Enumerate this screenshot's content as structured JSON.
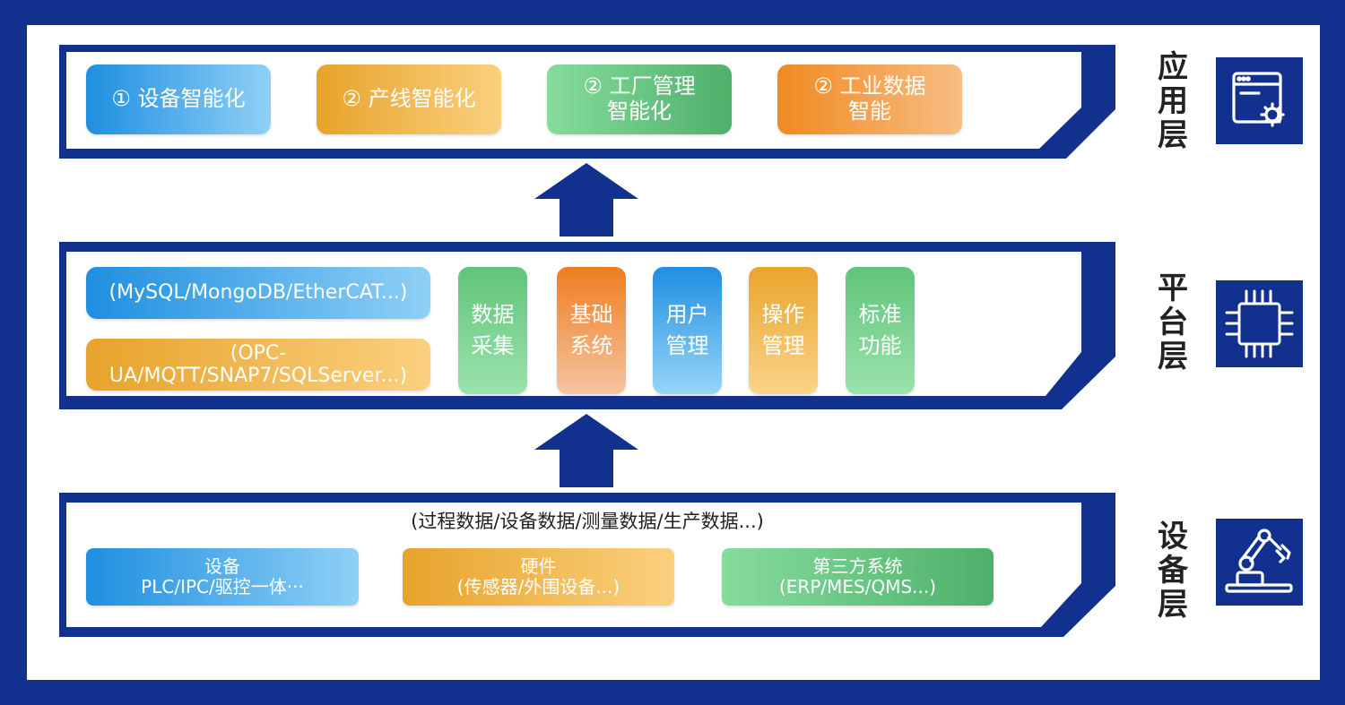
{
  "application_layer": {
    "label_chars": [
      "应",
      "用",
      "层"
    ],
    "items": [
      {
        "lines": [
          "① 设备智能化"
        ]
      },
      {
        "lines": [
          "② 产线智能化"
        ]
      },
      {
        "lines": [
          "② 工厂管理",
          "智能化"
        ]
      },
      {
        "lines": [
          "② 工业数据",
          "智能"
        ]
      }
    ]
  },
  "platform_layer": {
    "label_chars": [
      "平",
      "台",
      "层"
    ],
    "protocols": [
      "(MySQL/MongoDB/EtherCAT...)",
      "(OPC-UA/MQTT/SNAP7/SQLServer...)"
    ],
    "modules": [
      {
        "lines": [
          "数据",
          "采集"
        ]
      },
      {
        "lines": [
          "基础",
          "系统"
        ]
      },
      {
        "lines": [
          "用户",
          "管理"
        ]
      },
      {
        "lines": [
          "操作",
          "管理"
        ]
      },
      {
        "lines": [
          "标准",
          "功能"
        ]
      }
    ]
  },
  "device_layer": {
    "label_chars": [
      "设",
      "备",
      "层"
    ],
    "data_types": "(过程数据/设备数据/测量数据/生产数据...)",
    "items": [
      {
        "lines": [
          "设备",
          "PLC/IPC/驱控一体···"
        ]
      },
      {
        "lines": [
          "硬件",
          "(传感器/外围设备...)"
        ]
      },
      {
        "lines": [
          "第三方系统",
          "(ERP/MES/QMS...)"
        ]
      }
    ]
  },
  "colors": {
    "navy": "#12318e",
    "blue": "#1f8fe0",
    "yellow": "#e7a32b",
    "green": "#4fb06a",
    "orange": "#f08a22"
  },
  "icons": [
    "app-window-gear-icon",
    "chip-icon",
    "robot-arm-icon"
  ]
}
